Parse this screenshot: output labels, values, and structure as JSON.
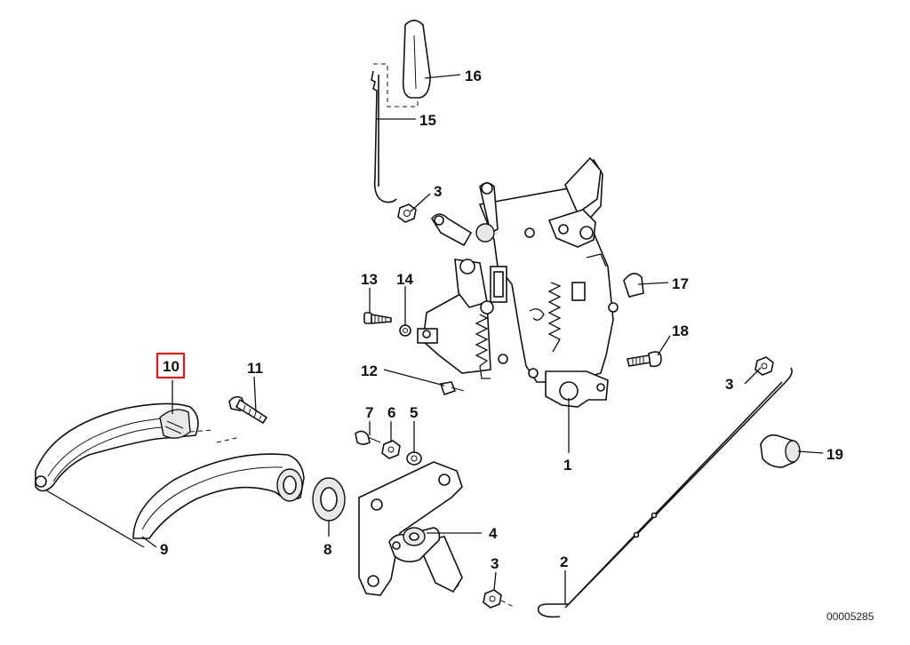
{
  "diagram": {
    "highlighted_label": "10",
    "part_number": "00005285",
    "callouts": [
      {
        "id": "c16",
        "label": "16"
      },
      {
        "id": "c15",
        "label": "15"
      },
      {
        "id": "c3a",
        "label": "3"
      },
      {
        "id": "c17",
        "label": "17"
      },
      {
        "id": "c13",
        "label": "13"
      },
      {
        "id": "c14",
        "label": "14"
      },
      {
        "id": "c18",
        "label": "18"
      },
      {
        "id": "c10",
        "label": "10"
      },
      {
        "id": "c11",
        "label": "11"
      },
      {
        "id": "c12",
        "label": "12"
      },
      {
        "id": "c3b",
        "label": "3"
      },
      {
        "id": "c7",
        "label": "7"
      },
      {
        "id": "c6",
        "label": "6"
      },
      {
        "id": "c5",
        "label": "5"
      },
      {
        "id": "c1",
        "label": "1"
      },
      {
        "id": "c19",
        "label": "19"
      },
      {
        "id": "c4",
        "label": "4"
      },
      {
        "id": "c9",
        "label": "9"
      },
      {
        "id": "c8",
        "label": "8"
      },
      {
        "id": "c3c",
        "label": "3"
      },
      {
        "id": "c2",
        "label": "2"
      }
    ]
  }
}
